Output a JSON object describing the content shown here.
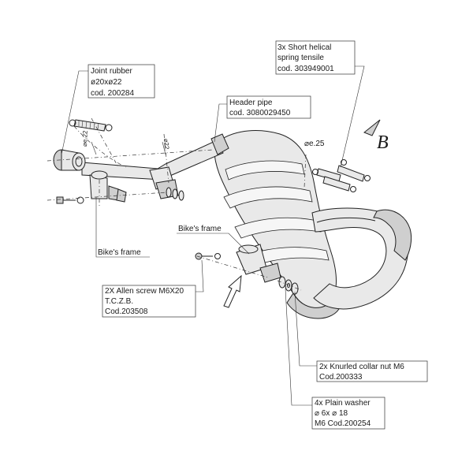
{
  "labels": {
    "joint_rubber": {
      "title": "Joint rubber",
      "size": "ø20xø22",
      "code": "cod. 200284"
    },
    "spring": {
      "line1": "3x Short helical",
      "line2": "spring tensile",
      "code": "cod. 303949001"
    },
    "header_pipe": {
      "title": "Header pipe",
      "code": "cod. 3080029450"
    },
    "bikes_frame_left": "Bike's frame",
    "bikes_frame_center": "Bike's frame",
    "allen_screw": {
      "title": "2X Allen screw M6X20",
      "spec": "T.C.Z.B.",
      "code": "Cod.203508"
    },
    "collar_nut": {
      "title": "2x Knurled collar nut M6",
      "code": "Cod.200333"
    },
    "washer": {
      "title": "4x Plain washer",
      "spec": "⌀ 6x ⌀ 18",
      "code": "M6 Cod.200254"
    }
  },
  "dimensions": {
    "e22": "⌀e.22",
    "d22": "⌀22",
    "e25": "⌀e.25"
  },
  "view_marker": "B"
}
